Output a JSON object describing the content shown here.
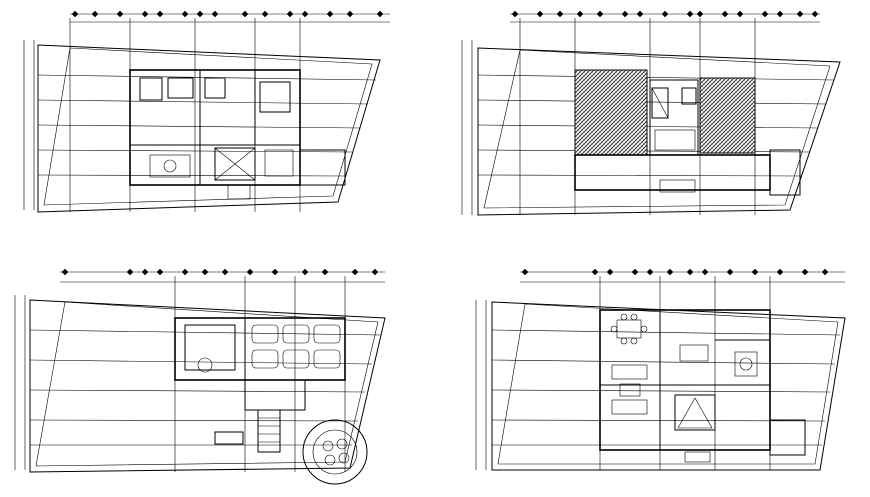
{
  "drawing": {
    "type": "architectural-floor-plans",
    "colors": {
      "line": "#000000",
      "background": "#ffffff",
      "hatch": "#000000"
    },
    "plans": [
      {
        "id": "plan-1",
        "name": "",
        "features": [
          "rooms",
          "furniture",
          "stairs",
          "dimension-lines"
        ]
      },
      {
        "id": "plan-2",
        "name": "",
        "features": [
          "hatched-roof-areas",
          "stairs",
          "dimension-lines"
        ]
      },
      {
        "id": "plan-3",
        "name": "",
        "features": [
          "parking-bays-6-cars",
          "circular-garden",
          "stairs",
          "dimension-lines"
        ]
      },
      {
        "id": "plan-4",
        "name": "",
        "features": [
          "living-room",
          "dining-table",
          "kitchen",
          "stairs",
          "dimension-lines"
        ]
      }
    ]
  }
}
